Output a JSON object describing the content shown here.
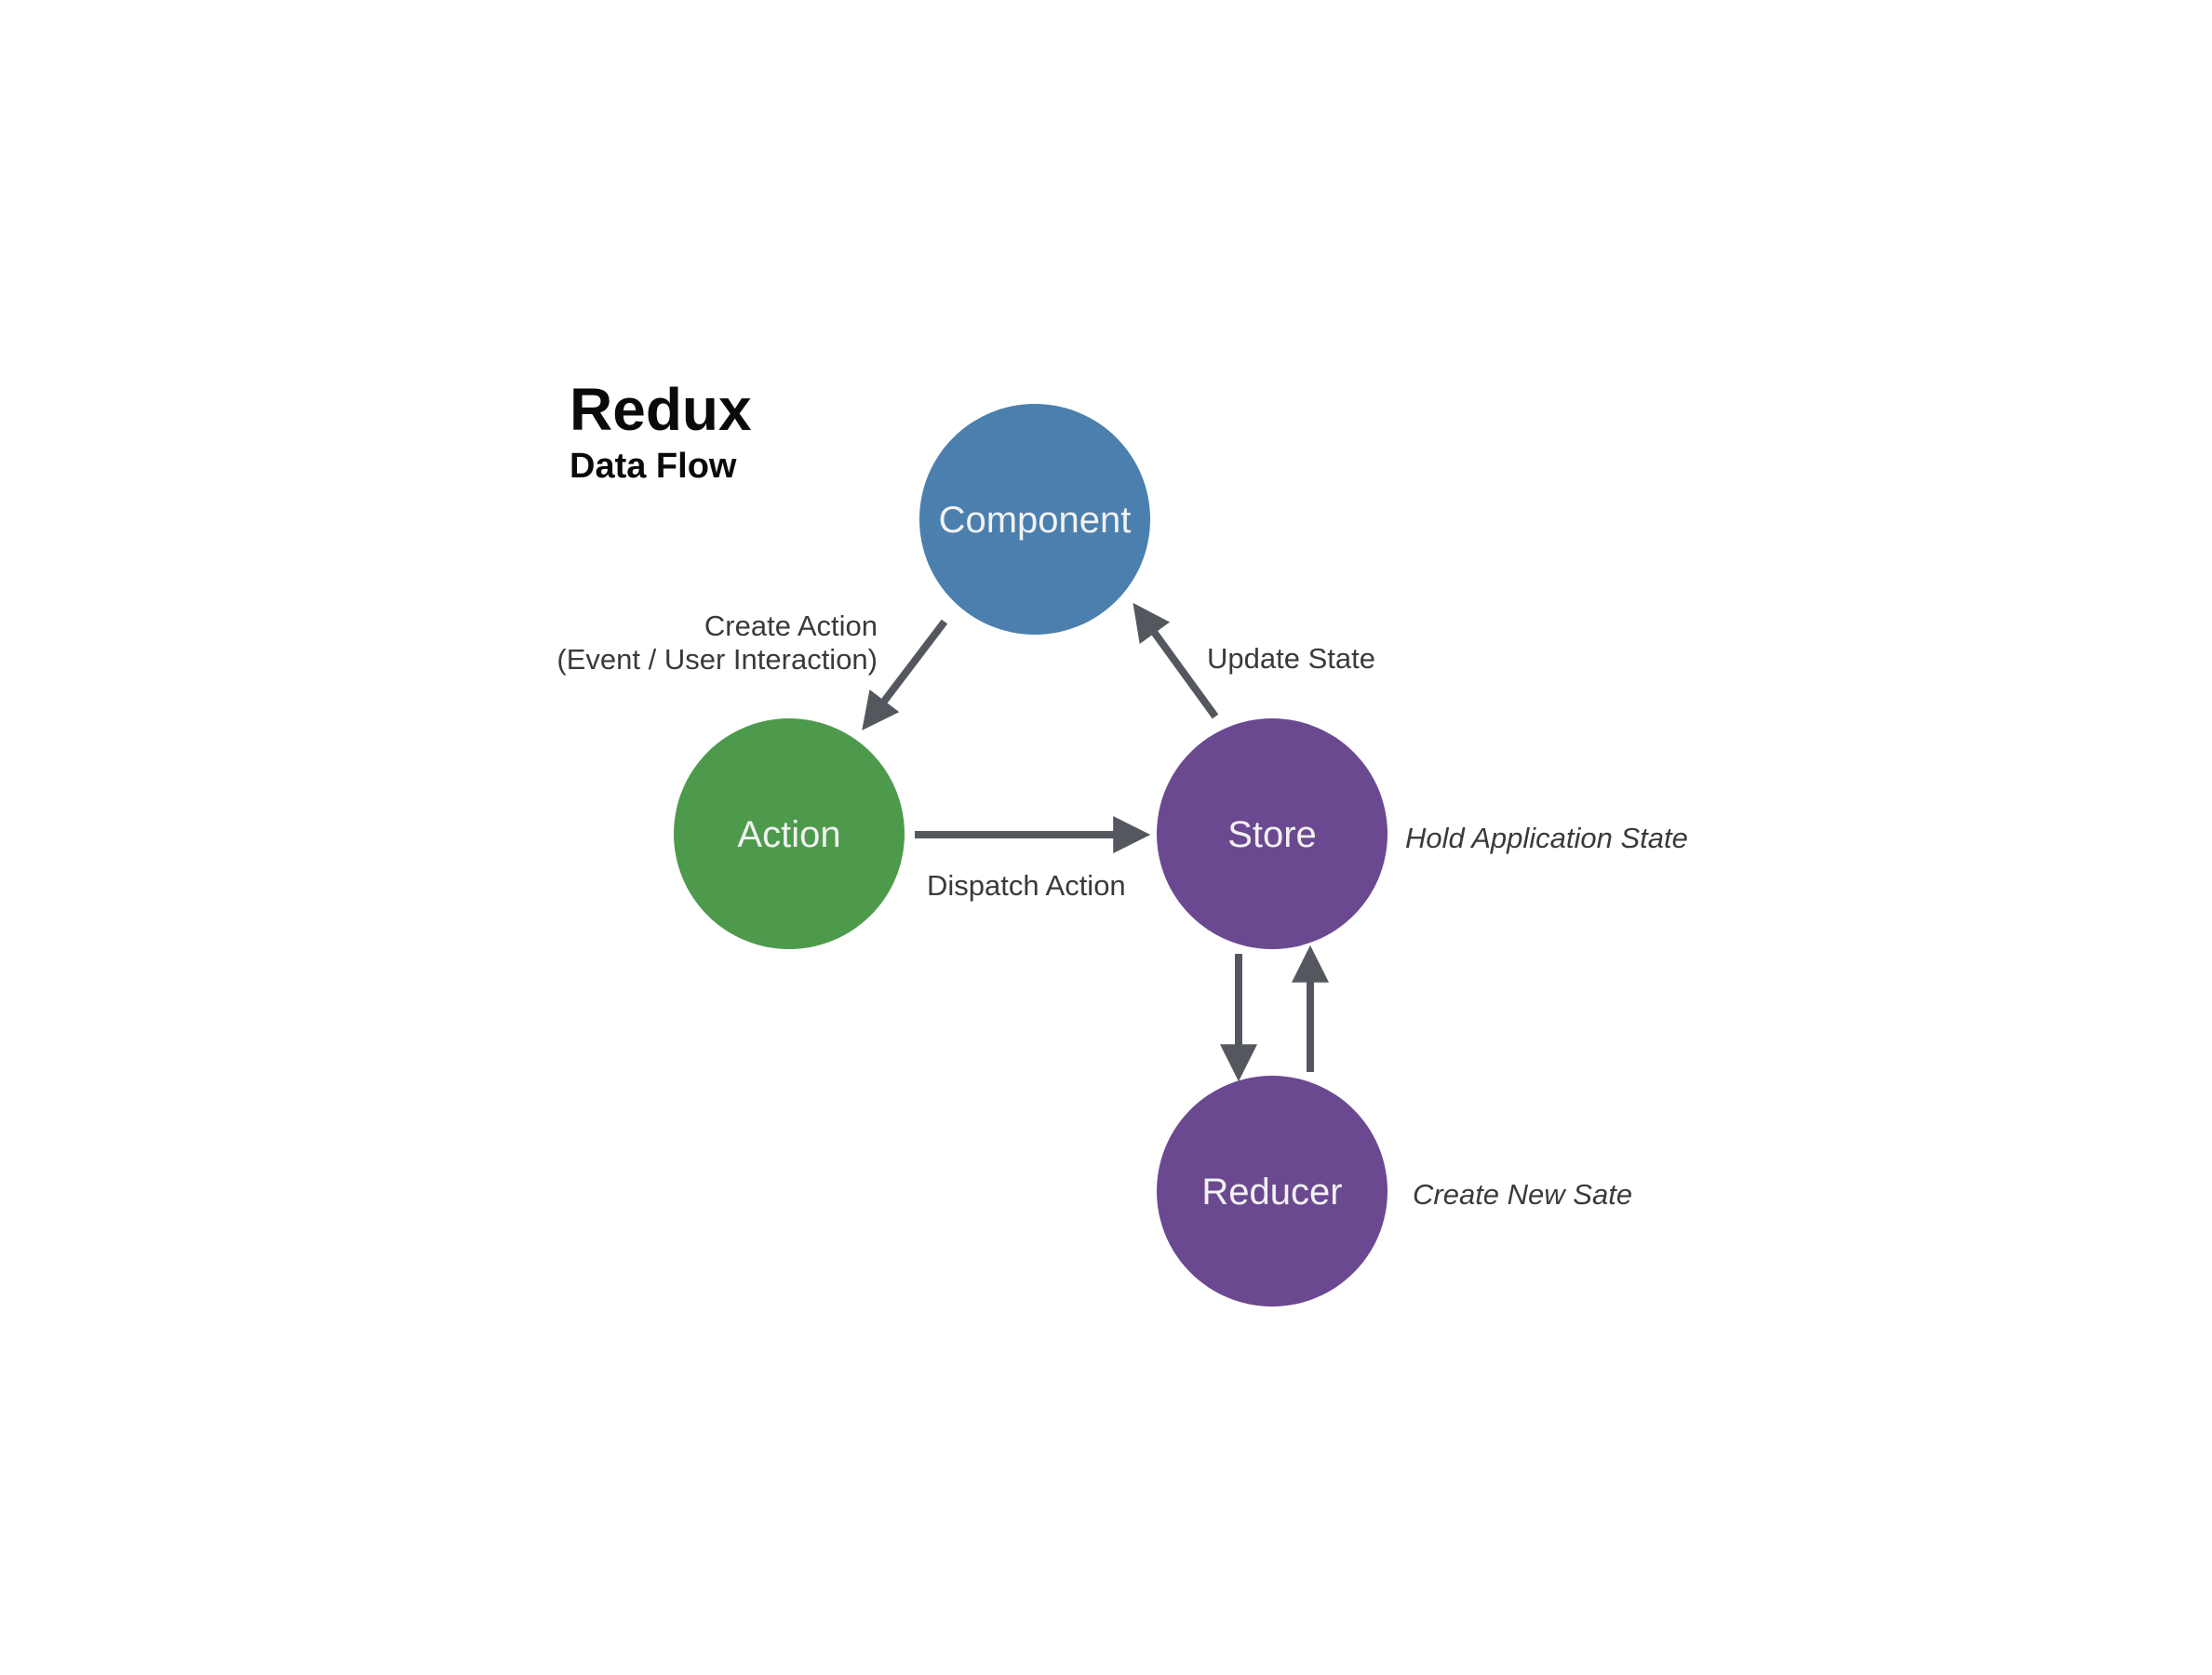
{
  "title": "Redux",
  "subtitle": "Data Flow",
  "colors": {
    "component": "#4a7fae",
    "action": "#4e9a4c",
    "store": "#6b4990",
    "reducer": "#6b4990",
    "arrow": "#54585e",
    "node_text": "#f2f2f2",
    "edge_text": "#3a3a3a"
  },
  "nodes": {
    "component": "Component",
    "action": "Action",
    "store": "Store",
    "reducer": "Reducer"
  },
  "edges": {
    "component_to_action_line1": "Create Action",
    "component_to_action_line2": "(Event / User Interaction)",
    "action_to_store": "Dispatch Action",
    "store_to_component": "Update State"
  },
  "notes": {
    "store": "Hold Application State",
    "reducer": "Create New Sate"
  }
}
